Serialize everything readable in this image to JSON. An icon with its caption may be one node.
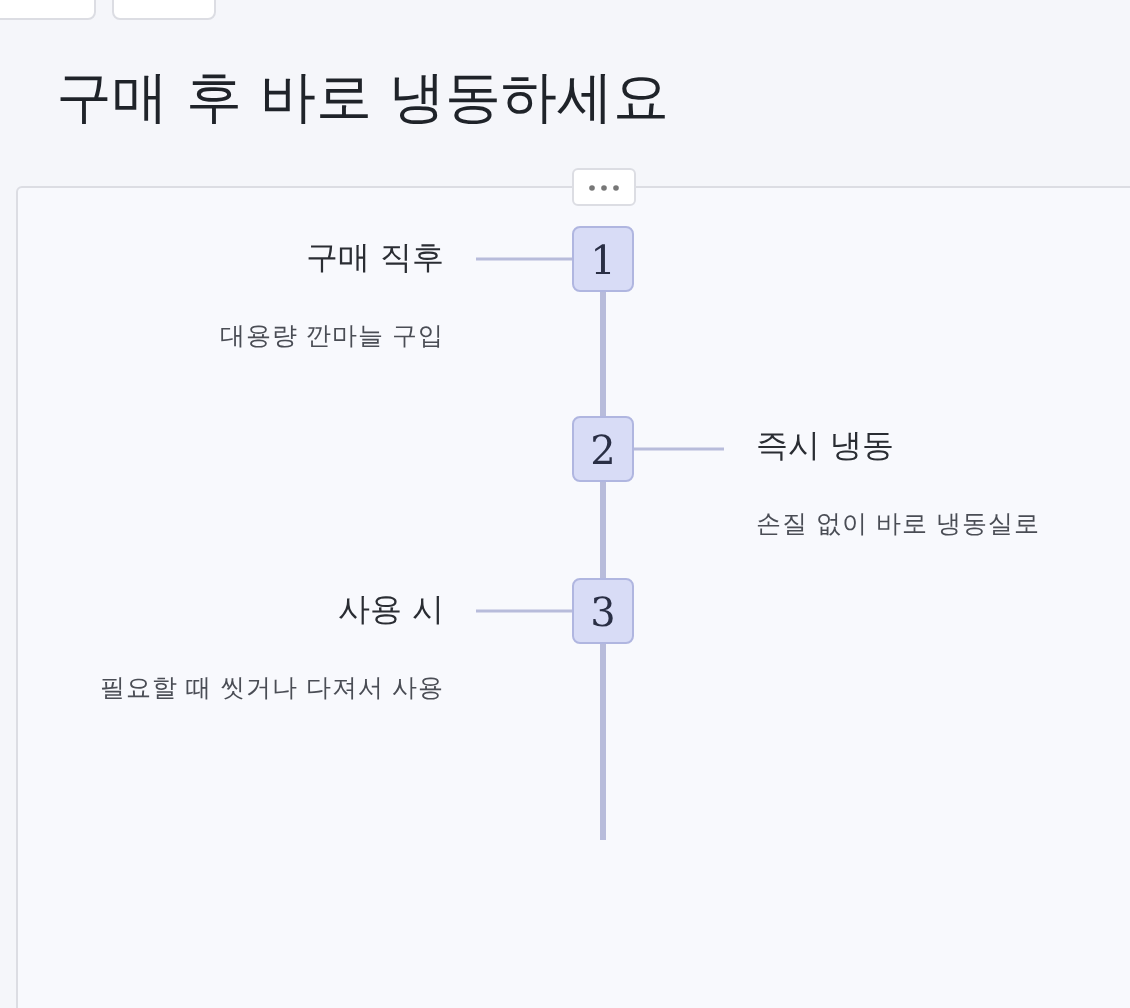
{
  "diagram": {
    "title": "구매 후 바로 냉동하세요",
    "nodes": [
      {
        "text": [
          "구매 직후",
          "대용량 깐마늘 구입"
        ]
      },
      {
        "text": [
          "1"
        ]
      },
      {
        "text": [
          "2"
        ]
      },
      {
        "text": [
          "즉시 냉동",
          "손질 없이 바로 냉동실로"
        ]
      },
      {
        "text": [
          "사용 시",
          "필요할 때 씻거나 다져서 사용"
        ]
      },
      {
        "text": [
          "3"
        ]
      }
    ],
    "edges": [
      {
        "from": 0,
        "to": 1,
        "arrow": "none"
      },
      {
        "from": 1,
        "to": 2,
        "arrow": "none"
      },
      {
        "from": 2,
        "to": 3,
        "arrow": "none"
      },
      {
        "from": 2,
        "to": 5,
        "arrow": "none"
      },
      {
        "from": 4,
        "to": 5,
        "arrow": "none"
      },
      {
        "from": 5,
        "to": null,
        "arrow": "none"
      }
    ]
  }
}
